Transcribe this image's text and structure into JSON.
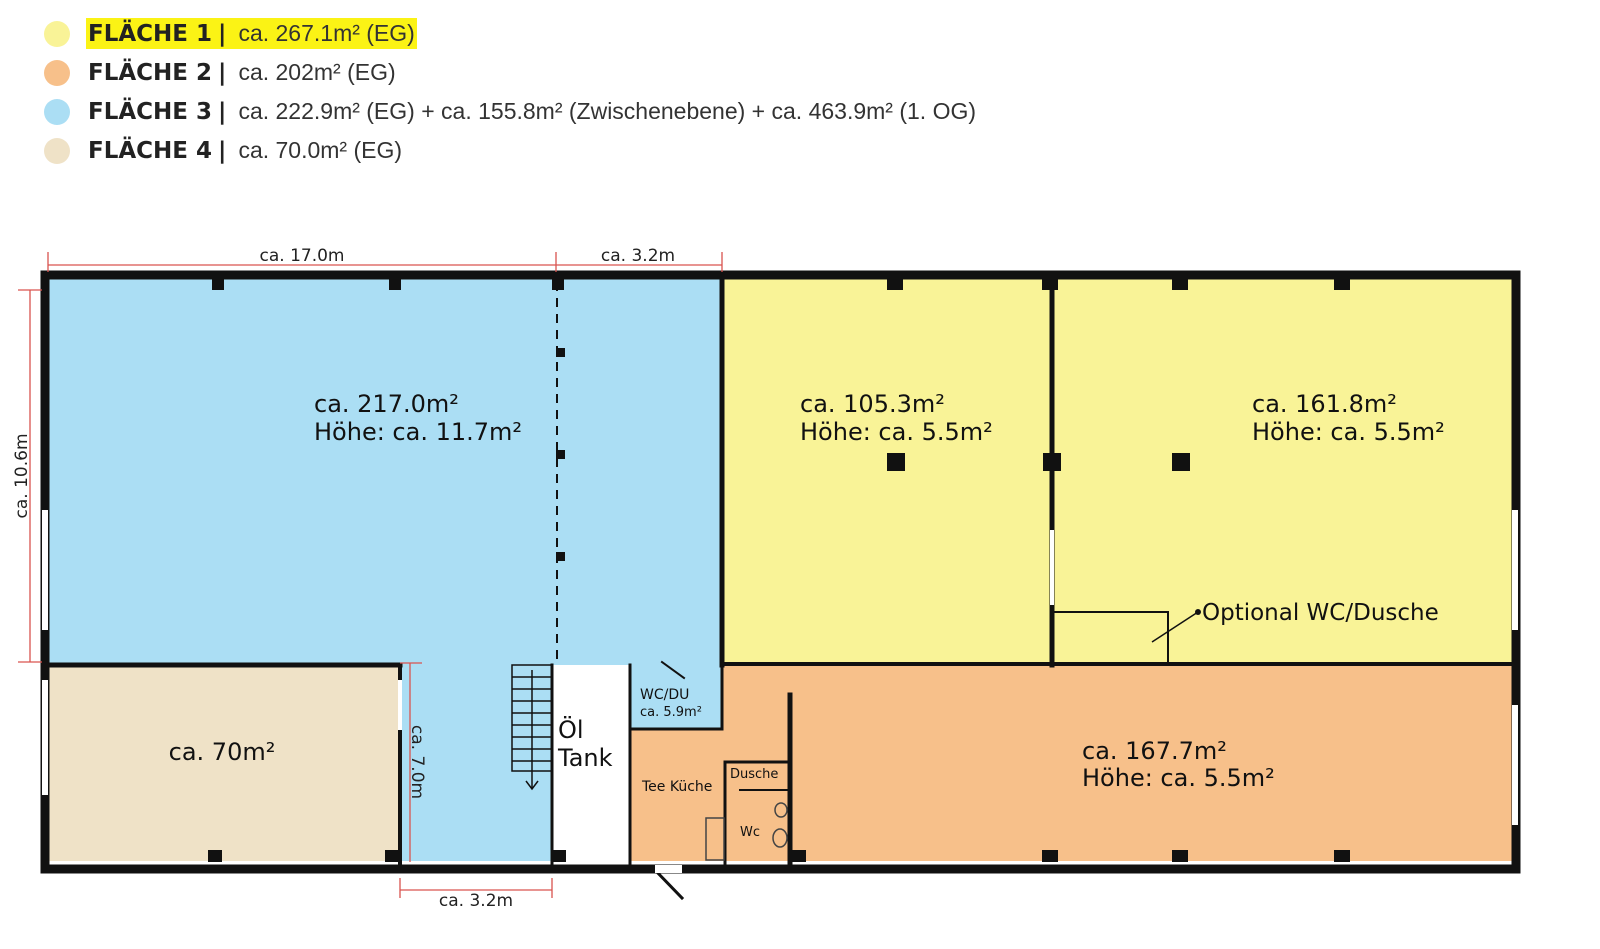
{
  "legend": [
    {
      "title": "FLÄCHE 1",
      "sep": "|",
      "area": "ca. 267.1m² (EG)",
      "color": "#f9f397",
      "highlight": true
    },
    {
      "title": "FLÄCHE 2",
      "sep": "|",
      "area": "ca. 202m² (EG)",
      "color": "#f7c08a",
      "highlight": false
    },
    {
      "title": "FLÄCHE 3",
      "sep": "|",
      "area": "ca. 222.9m² (EG) + ca. 155.8m² (Zwischenebene)  + ca. 463.9m² (1. OG)",
      "color": "#abdef4",
      "highlight": false
    },
    {
      "title": "FLÄCHE 4",
      "sep": "|",
      "area": "ca. 70.0m² (EG)",
      "color": "#efe2c7",
      "highlight": false
    }
  ],
  "dimensions": {
    "top_left": "ca. 17.0m",
    "top_right": "ca. 3.2m",
    "left_vertical": "ca. 10.6m",
    "inner_vertical": "ca. 7.0m",
    "bottom": "ca. 3.2m"
  },
  "rooms": {
    "blue_area": "ca. 217.0m²",
    "blue_height": "Höhe: ca. 11.7m²",
    "yellow1_area": "ca. 105.3m²",
    "yellow1_height": "Höhe: ca. 5.5m²",
    "yellow2_area": "ca. 161.8m²",
    "yellow2_height": "Höhe: ca. 5.5m²",
    "optional_label": "Optional WC/Dusche",
    "beige_area": "ca. 70m²",
    "orange_area": "ca. 167.7m²",
    "orange_height": "Höhe: ca. 5.5m²",
    "oil_tank_1": "Öl",
    "oil_tank_2": "Tank",
    "wcdu_label": "WC/DU",
    "wcdu_area": "ca. 5.9m²",
    "tea_kitchen": "Tee Küche",
    "shower": "Dusche",
    "wc": "Wc"
  },
  "colors": {
    "blue": "#abdef4",
    "yellow": "#f9f397",
    "orange": "#f7c08a",
    "beige": "#efe2c7",
    "wall": "#111111",
    "dimension_line": "#d9534f"
  }
}
